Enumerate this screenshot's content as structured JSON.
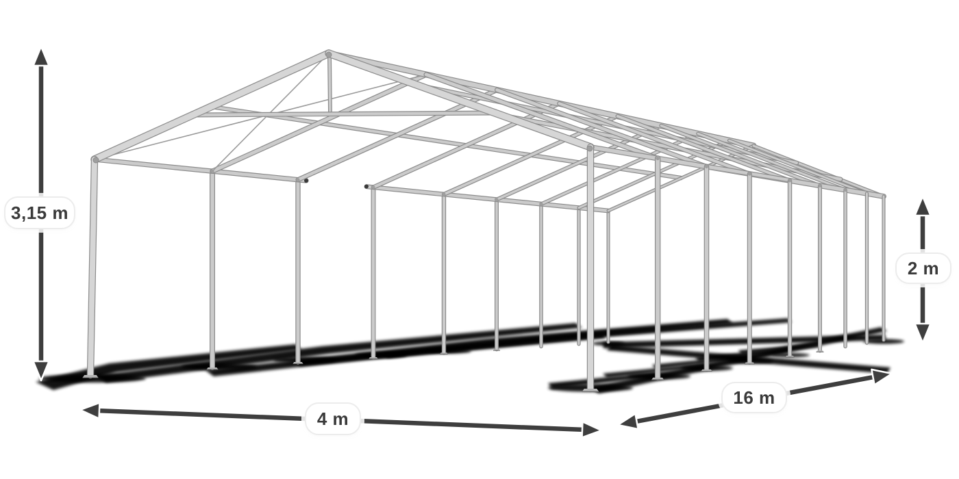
{
  "diagram": {
    "title": "party-tent-steel-frame-dimensions",
    "type": "3d-frame-dimension-diagram",
    "dimensions": {
      "total_height": "3,15 m",
      "side_height": "2 m",
      "width": "4 m",
      "length": "16 m"
    },
    "colors": {
      "frame_tube": "#cbcbcb",
      "frame_tube_light": "#d6d6d6",
      "frame_edge": "#8b8b8b",
      "frame_joint": "#9e9e9e",
      "pipe_end": "#3a3a3a",
      "base_plate": "#b5b5b5",
      "base_plate_edge": "#666666",
      "shadow": "#050505",
      "arrow": "#3e3e3e",
      "arrow_outline": "#ffffff",
      "pill_background": "#ffffff",
      "pill_border": "#ececec",
      "pill_text": "#3a3a3a",
      "background": "#ffffff"
    }
  }
}
